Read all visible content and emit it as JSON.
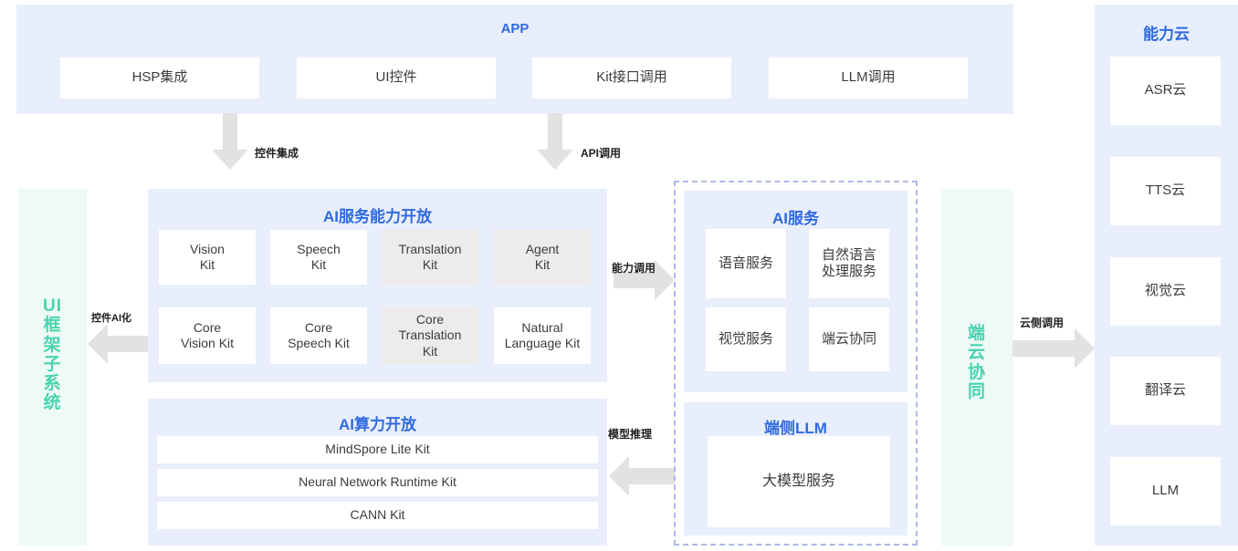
{
  "app": {
    "title": "APP",
    "items": [
      {
        "label": "HSP集成"
      },
      {
        "label": "UI控件"
      },
      {
        "label": "Kit接口调用"
      },
      {
        "label": "LLM调用"
      }
    ]
  },
  "ui_framework": {
    "title": "UI框架子系统",
    "chars": [
      "UI",
      "框",
      "架",
      "子",
      "系",
      "统"
    ]
  },
  "ai_service_capability": {
    "title": "AI服务能力开放",
    "row1": [
      {
        "label": "Vision\nKit",
        "style": "white"
      },
      {
        "label": "Speech\nKit",
        "style": "white"
      },
      {
        "label": "Translation\nKit",
        "style": "grey"
      },
      {
        "label": "Agent\nKit",
        "style": "grey"
      }
    ],
    "row2": [
      {
        "label": "Core\nVision Kit",
        "style": "white"
      },
      {
        "label": "Core\nSpeech Kit",
        "style": "white"
      },
      {
        "label": "Core\nTranslation\nKit",
        "style": "grey"
      },
      {
        "label": "Natural\nLanguage Kit",
        "style": "white"
      }
    ]
  },
  "ai_compute": {
    "title": "AI算力开放",
    "items": [
      {
        "label": "MindSpore Lite Kit"
      },
      {
        "label": "Neural Network Runtime Kit"
      },
      {
        "label": "CANN Kit"
      }
    ]
  },
  "ai_service": {
    "title": "AI服务",
    "items": [
      {
        "label": "语音服务"
      },
      {
        "label": "自然语言\n处理服务"
      },
      {
        "label": "视觉服务"
      },
      {
        "label": "端云协同"
      }
    ]
  },
  "device_llm": {
    "title": "端侧LLM",
    "items": [
      {
        "label": "大模型服务"
      }
    ]
  },
  "device_cloud": {
    "title": "端云协同",
    "chars": [
      "端",
      "云",
      "协",
      "同"
    ]
  },
  "capability_cloud": {
    "title": "能力云",
    "items": [
      {
        "label": "ASR云"
      },
      {
        "label": "TTS云"
      },
      {
        "label": "视觉云"
      },
      {
        "label": "翻译云"
      },
      {
        "label": "LLM"
      }
    ]
  },
  "arrows": [
    {
      "name": "widget-integration",
      "label": "控件集成",
      "direction": "down"
    },
    {
      "name": "api-call",
      "label": "API调用",
      "direction": "down"
    },
    {
      "name": "widget-ai",
      "label": "控件AI化",
      "direction": "left"
    },
    {
      "name": "capability-call",
      "label": "能力调用",
      "direction": "right"
    },
    {
      "name": "model-inference",
      "label": "模型推理",
      "direction": "left"
    },
    {
      "name": "cloud-side-call",
      "label": "云侧调用",
      "direction": "right"
    }
  ],
  "colors": {
    "panel_blue": "#e8eefb",
    "panel_teal": "#edfaf5",
    "title_blue": "#2f6ae0",
    "vertical_text_teal": "#49d3ae",
    "card_grey": "#edecea",
    "arrow_grey": "#e2e2e2",
    "dashed_border": "#adb8e8"
  }
}
